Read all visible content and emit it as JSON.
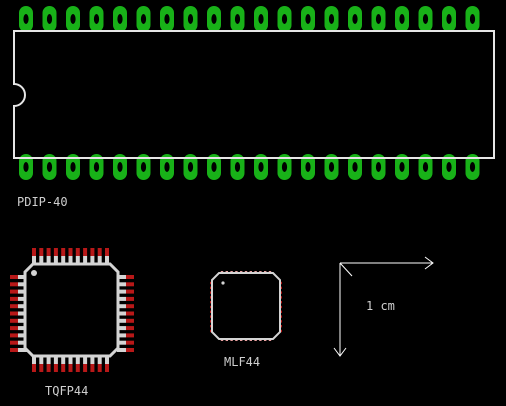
{
  "colors": {
    "background": "#000000",
    "outline": "#e6e6e6",
    "pad_green": "#18b118",
    "pad_green_hole": "#000000",
    "pad_red": "#b81818",
    "pad_pink": "#e8a0a0",
    "pin_silver": "#d4d4d4",
    "arrow": "#ffffff"
  },
  "packages": {
    "pdip": {
      "label": "PDIP-40",
      "pins_per_row": 20
    },
    "tqfp": {
      "label": "TQFP44",
      "pins_per_side": 11
    },
    "mlf": {
      "label": "MLF44",
      "pins_per_side": 11
    }
  },
  "scale": {
    "label": "1 cm"
  }
}
